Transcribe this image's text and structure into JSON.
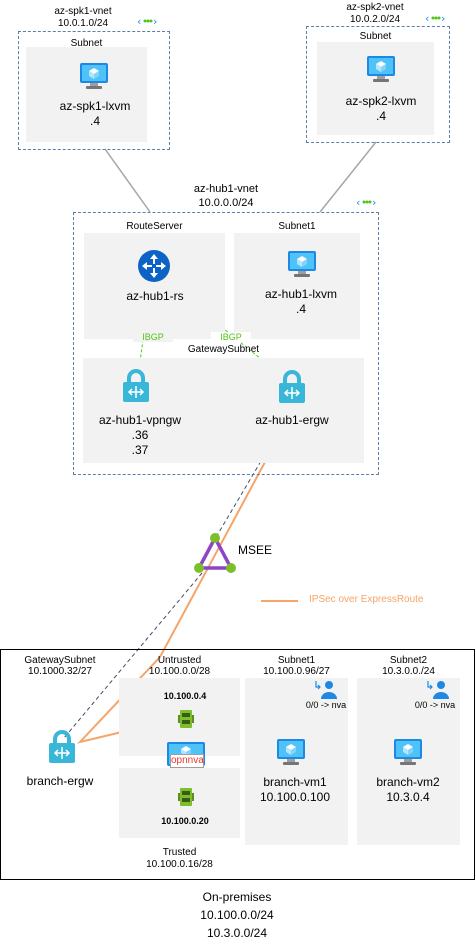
{
  "spk1": {
    "vnet_name": "az-spk1-vnet",
    "vnet_cidr": "10.0.1.0/24",
    "subnet_label": "Subnet",
    "vm_name": "az-spk1-lxvm",
    "vm_ip": ".4"
  },
  "spk2": {
    "vnet_name": "az-spk2-vnet",
    "vnet_cidr": "10.0.2.0/24",
    "subnet_label": "Subnet",
    "vm_name": "az-spk2-lxvm",
    "vm_ip": ".4"
  },
  "hub": {
    "vnet_name": "az-hub1-vnet",
    "vnet_cidr": "10.0.0.0/24",
    "routeserver_label": "RouteServer",
    "rs_name": "az-hub1-rs",
    "subnet1_label": "Subnet1",
    "vm_name": "az-hub1-lxvm",
    "vm_ip": ".4",
    "gatewaysubnet_label": "GatewaySubnet",
    "vpngw_name": "az-hub1-vpngw",
    "vpngw_ip1": ".36",
    "vpngw_ip2": ".37",
    "ergw_name": "az-hub1-ergw",
    "ibgp_left": "IBGP",
    "ibgp_right": "IBGP"
  },
  "msee": {
    "label": "MSEE"
  },
  "legend": {
    "ipsec_label": "IPSec over ExpressRoute",
    "color": "#f5a46a"
  },
  "onprem": {
    "gw_subnet_label": "GatewaySubnet",
    "gw_subnet_cidr": "10.1000.32/27",
    "branch_ergw": "branch-ergw",
    "untrusted_label": "Untrusted",
    "untrusted_cidr": "10.100.0.0/28",
    "nva_ip_top": "10.100.0.4",
    "nva_name": "opnnva",
    "nva_ip_bottom": "10.100.0.20",
    "trusted_label": "Trusted",
    "trusted_cidr": "10.100.0.16/28",
    "subnet1_label": "Subnet1",
    "subnet1_cidr": "10.100.0.96/27",
    "route1": "0/0 -> nva",
    "vm1_name": "branch-vm1",
    "vm1_ip": "10.100.0.100",
    "subnet2_label": "Subnet2",
    "subnet2_cidr": "10.3.0.0./24",
    "route2": "0/0 -> nva",
    "vm2_name": "branch-vm2",
    "vm2_ip": "10.3.0.4",
    "footer_title": "On-premises",
    "footer_cidr1": "10.100.0.0/24",
    "footer_cidr2": "10.3.0.0/24"
  },
  "colors": {
    "vnet_border": "#5b7fa6",
    "ibgp_green": "#52c41a",
    "connector_gray": "#9e9e9e",
    "subnet_bg": "#f2f2f2",
    "msee_purple": "#8e44c4",
    "msee_green": "#7cbf2a"
  }
}
